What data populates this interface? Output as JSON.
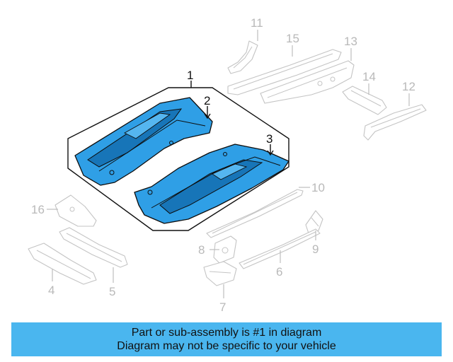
{
  "callouts": {
    "c1": "1",
    "c2": "2",
    "c3": "3",
    "c4": "4",
    "c5": "5",
    "c6": "6",
    "c7": "7",
    "c8": "8",
    "c9": "9",
    "c10": "10",
    "c11": "11",
    "c12": "12",
    "c13": "13",
    "c14": "14",
    "c15": "15",
    "c16": "16"
  },
  "banner": {
    "line1": "Part or sub-assembly is #1 in diagram",
    "line2": "Diagram may not be specific to your vehicle"
  },
  "colors": {
    "highlight_part": "#2f9fe6",
    "banner_background": "#4ab6ef",
    "ghost_parts": "#c4c4c4"
  }
}
